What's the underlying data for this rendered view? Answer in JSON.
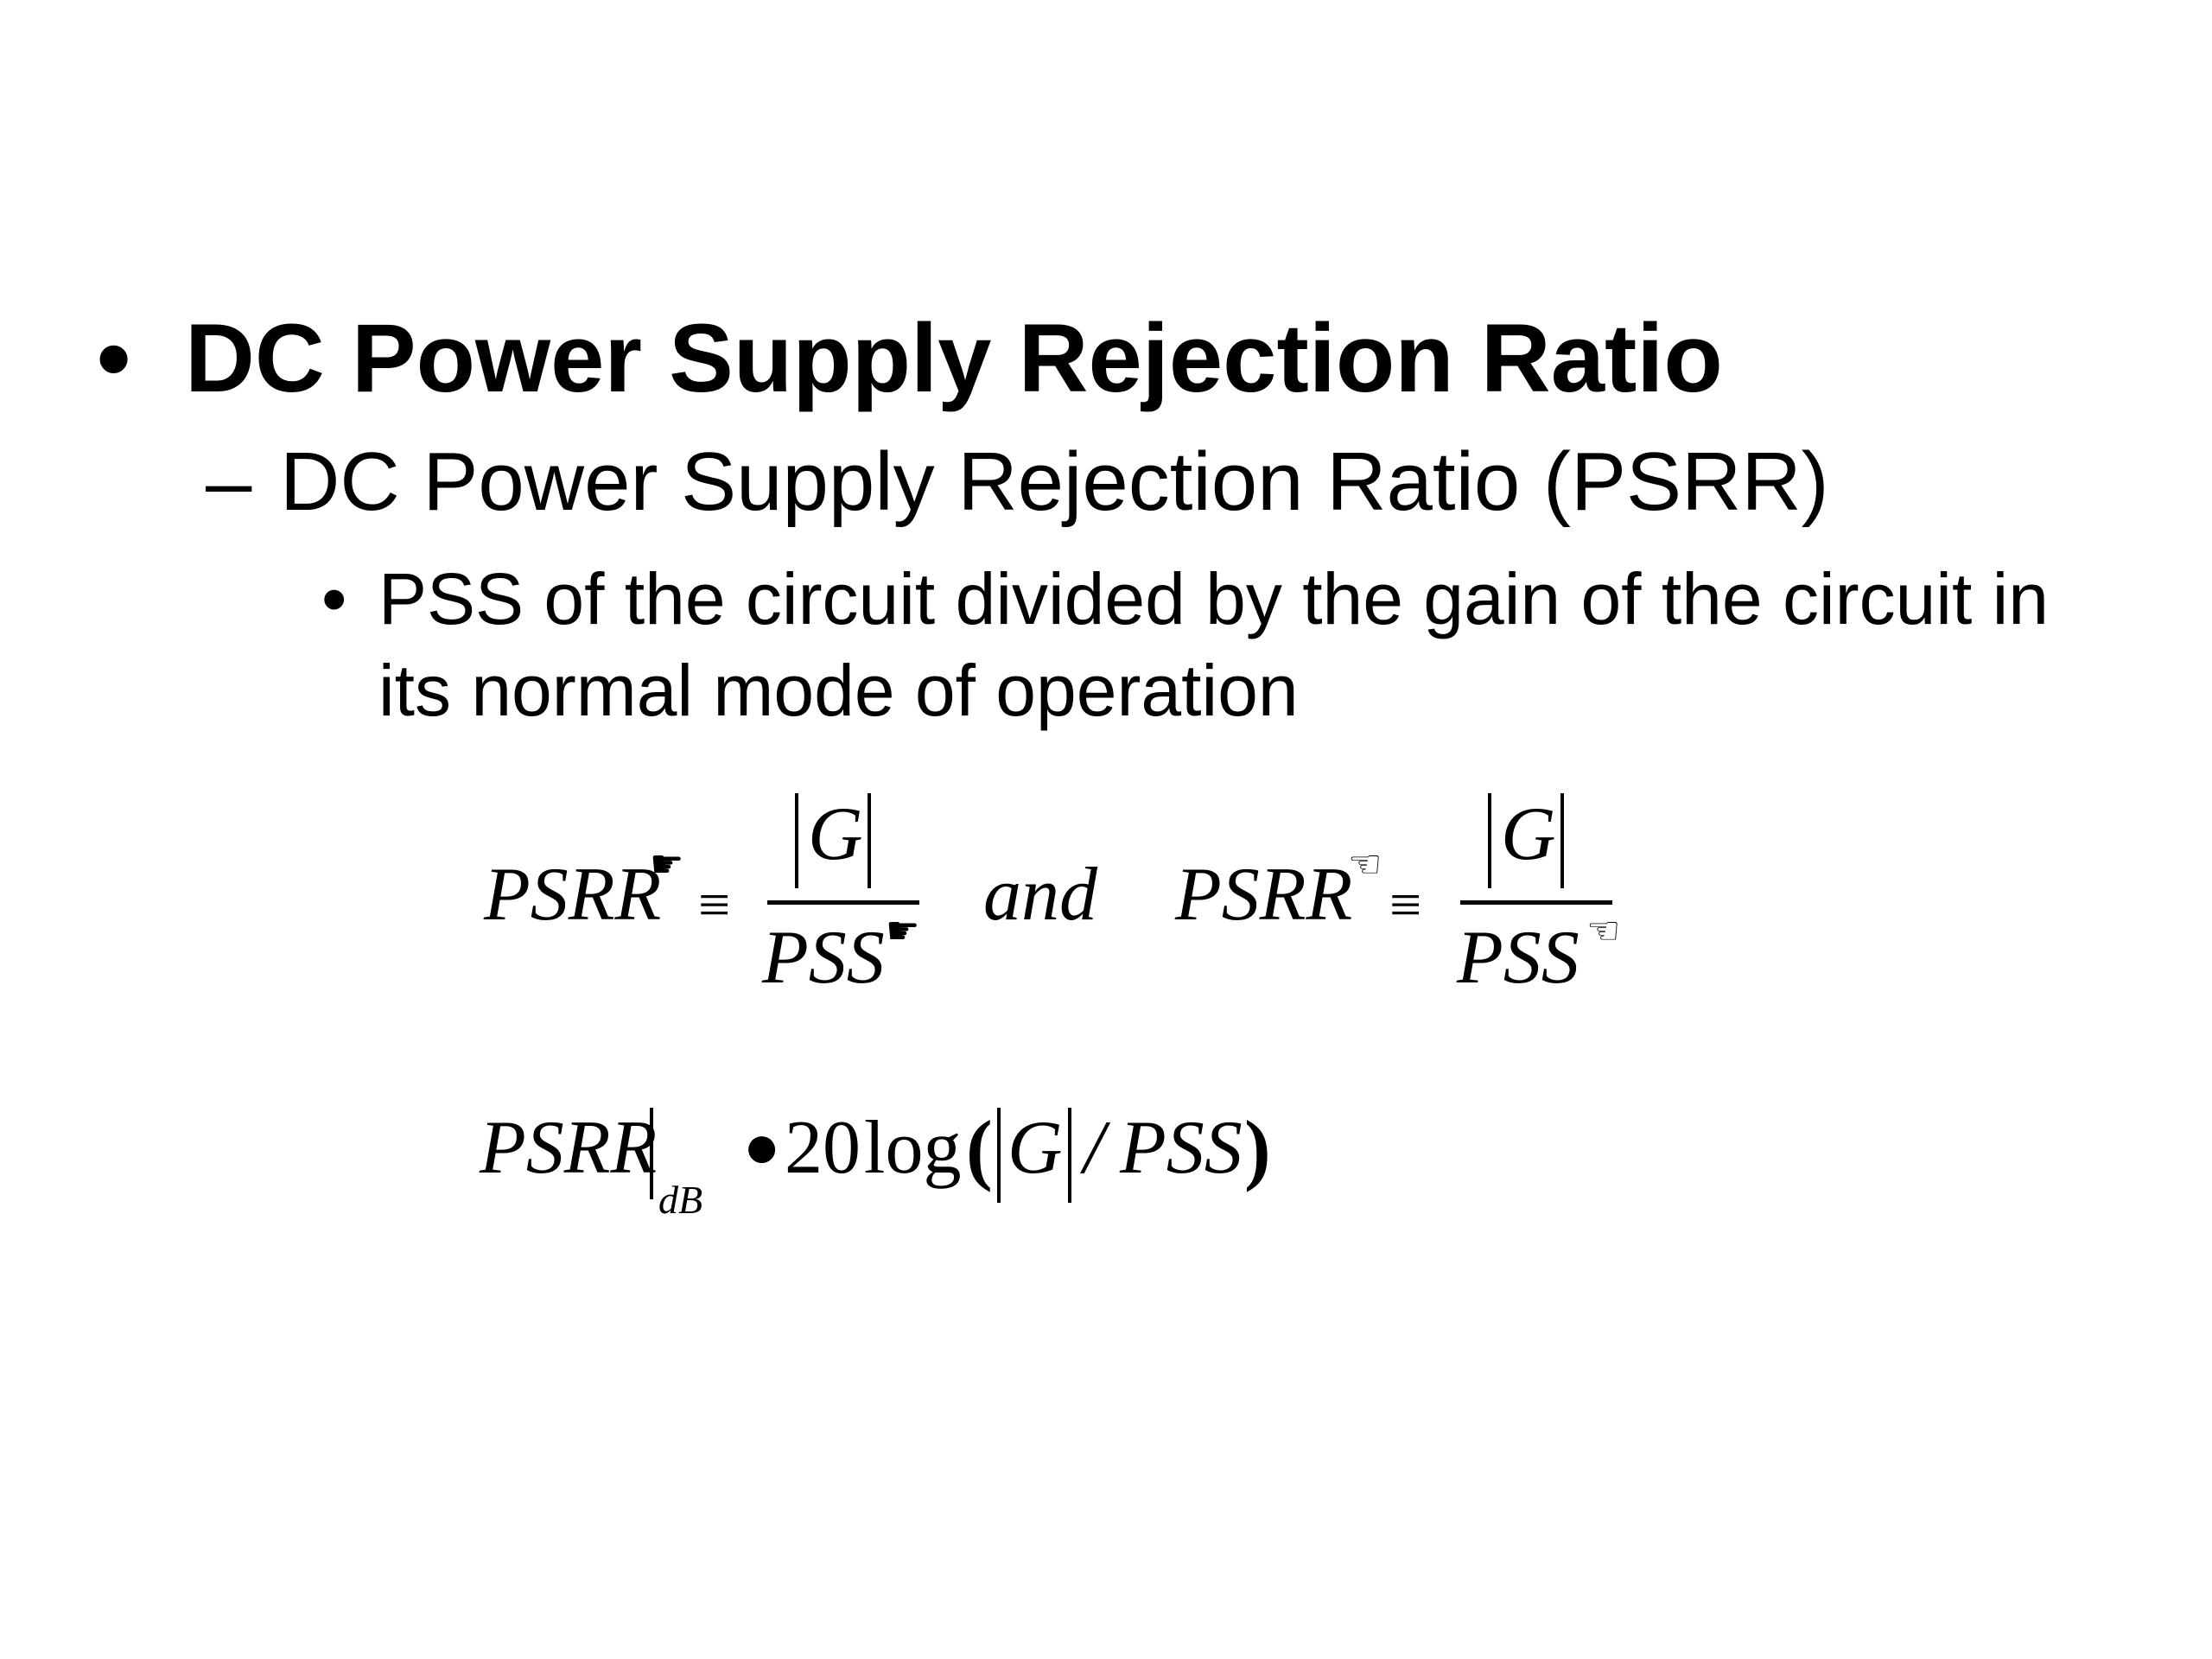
{
  "bullets": {
    "level1": {
      "marker": "•",
      "text": "DC Power Supply Rejection Ratio"
    },
    "level2": {
      "marker": "–",
      "text": "DC Power Supply Rejection Ratio (PSRR)"
    },
    "level3": {
      "marker": "•",
      "text": "PSS of the circuit divided by the gain of the circuit in its normal mode of operation"
    }
  },
  "equations": {
    "eq1": {
      "lhs": "PSRR",
      "sup_left": "☛",
      "op": "≡",
      "numerator": "G",
      "denominator": "PSS",
      "sup_den": "☛"
    },
    "connector": "and",
    "eq2": {
      "lhs": "PSRR",
      "sup_left": "☜",
      "op": "≡",
      "numerator": "G",
      "denominator": "PSS",
      "sup_den": "☜"
    },
    "eq3": {
      "lhs": "PSRR",
      "subscript": "dB",
      "op": "●",
      "coef": "20",
      "func": "log",
      "lparen": "(",
      "arg": "G",
      "slash": "/",
      "den": "PSS",
      "rparen": ")"
    }
  }
}
